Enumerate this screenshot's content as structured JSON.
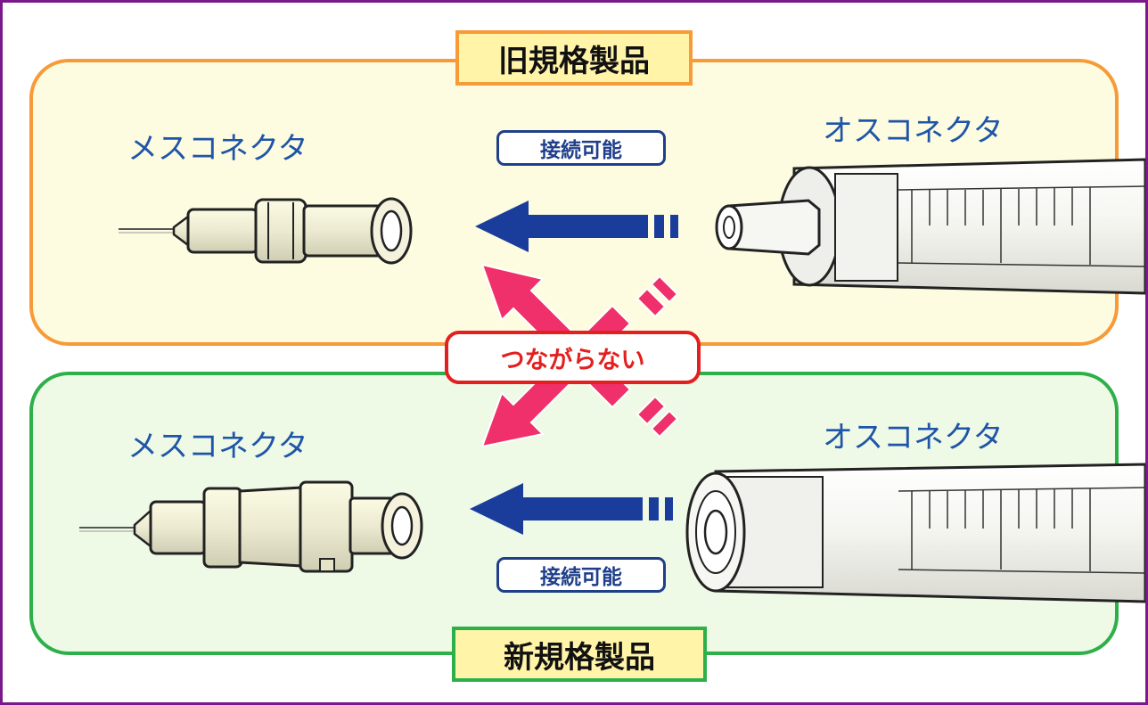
{
  "old_standard": {
    "title": "旧規格製品",
    "female_label": "メスコネクタ",
    "male_label": "オスコネクタ",
    "connect_badge": "接続可能"
  },
  "new_standard": {
    "title": "新規格製品",
    "female_label": "メスコネクタ",
    "male_label": "オスコネクタ",
    "connect_badge": "接続可能"
  },
  "warning_label": "つながらない",
  "colors": {
    "frame": "#7a1a8a",
    "old_panel_border": "#f79a38",
    "new_panel_border": "#2db04a",
    "title_fill": "#fff4a8",
    "connect_arrow": "#1a3d9c",
    "no_connect_arrow": "#f0306a",
    "warning": "#e32020"
  },
  "icons": {
    "connect_arrow": "left-arrow-icon",
    "no_connect_arrows": "crossed-arrows-icon"
  }
}
